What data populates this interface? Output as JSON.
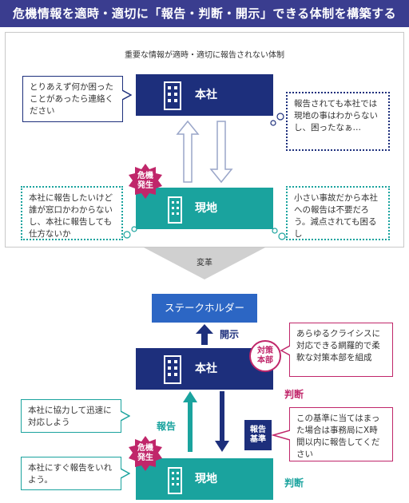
{
  "title": "危機情報を適時・適切に「報告・判断・開示」できる体制を構築する",
  "before": {
    "caption": "重要な情報が適時・適切に報告されない体制",
    "hq_label": "本社",
    "site_label": "現地",
    "badge": "危機\n発生",
    "bubble_top_left": "とりあえず何か困ったことがあったら連絡ください",
    "bubble_top_right": "報告されても本社では現地の事はわからないし、困ったなぁ…",
    "bubble_bottom_left": "本社に報告したいけど誰が窓口かわからないし、本社に報告しても仕方ないか",
    "bubble_bottom_right": "小さい事故だから本社への報告は不要だろう。減点されても困るし"
  },
  "change_label": "変革",
  "after": {
    "stakeholder": "ステークホルダー",
    "disclose": "開示",
    "hq_label": "本社",
    "site_label": "現地",
    "task_force": "対策\n本部",
    "report_standard": "報告\n基準",
    "badge": "危機\n発生",
    "report": "報告",
    "judgment_hq": "判断",
    "judgment_site": "判断",
    "bubble_right_top": "あらゆるクライシスに対応できる網羅的で柔軟な対策本部を組成",
    "bubble_right_bottom": "この基準に当てはまった場合は事務局にX時間以内に報告してください",
    "bubble_left_top": "本社に協力して迅速に対応しよう",
    "bubble_left_bottom": "本社にすぐ報告をいれよう。"
  },
  "colors": {
    "navy": "#1d2f7c",
    "teal": "#1aa39e",
    "header": "#3a3d8f",
    "red": "#c0266a",
    "blue": "#2c66c4"
  }
}
